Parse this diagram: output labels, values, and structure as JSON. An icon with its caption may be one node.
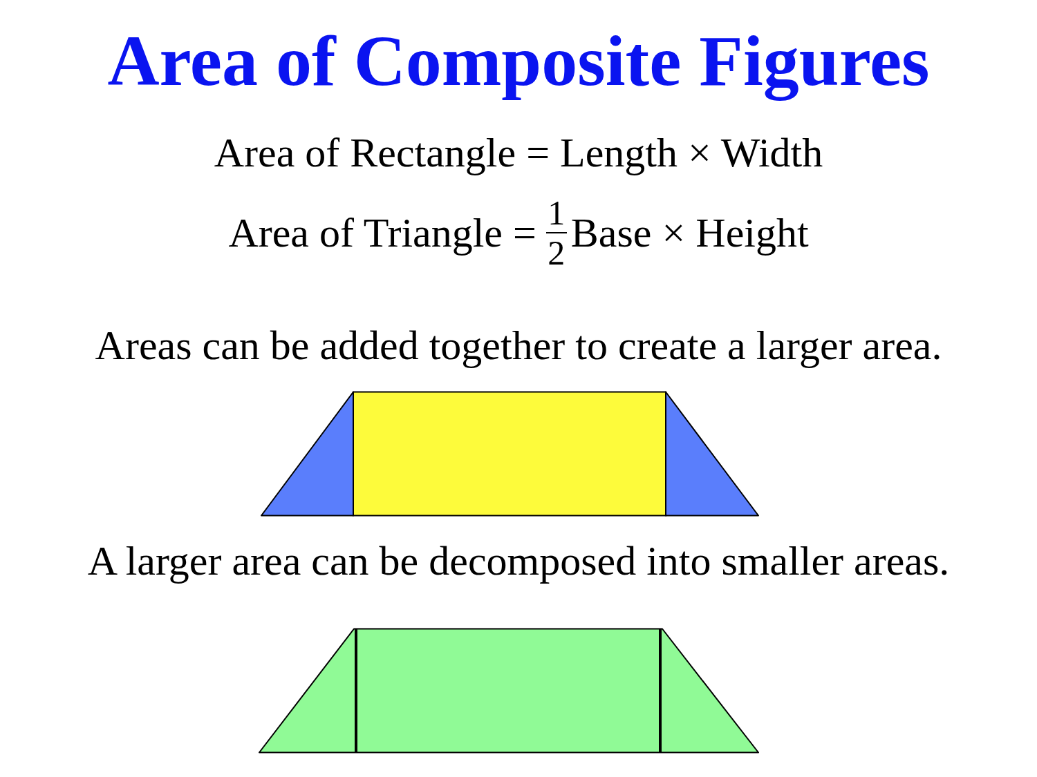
{
  "diagram": {
    "title": "Area of Composite Figures",
    "labels": [
      "Area of Rectangle = Length × Width",
      "Area of Triangle =",
      "1",
      "2",
      "Base × Height",
      "Areas can be added together to create a larger area.",
      "A larger area can be decomposed into smaller areas."
    ]
  }
}
